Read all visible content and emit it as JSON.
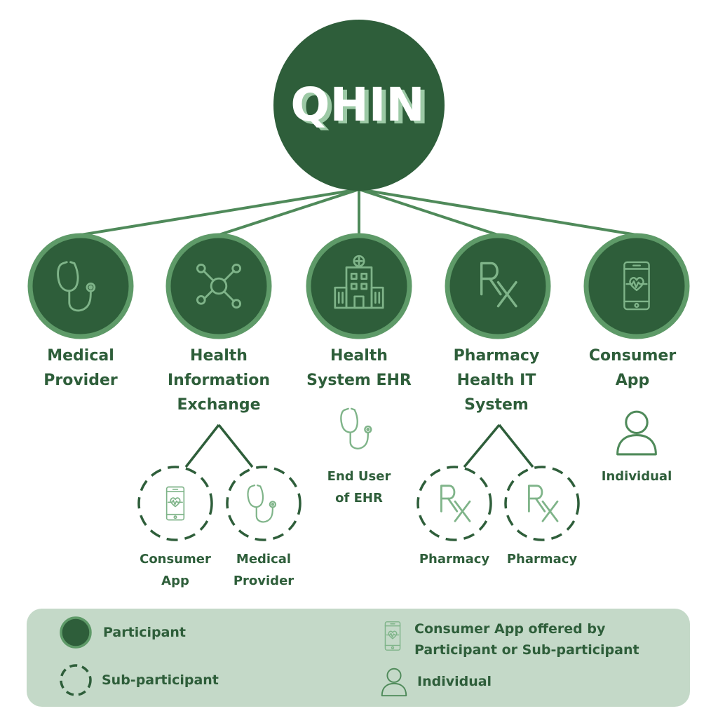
{
  "root": {
    "label": "QHIN"
  },
  "participants": [
    {
      "id": "medical-provider",
      "label": "Medical\nProvider",
      "icon": "stethoscope-icon"
    },
    {
      "id": "health-information-exchange",
      "label": "Health\nInformation\nExchange",
      "icon": "network-hub-icon"
    },
    {
      "id": "health-system-ehr",
      "label": "Health\nSystem EHR",
      "icon": "hospital-building-icon"
    },
    {
      "id": "pharmacy-health-it",
      "label": "Pharmacy\nHealth IT\nSystem",
      "icon": "rx-icon"
    },
    {
      "id": "consumer-app",
      "label": "Consumer\nApp",
      "icon": "smartphone-heart-icon"
    }
  ],
  "sub_participants": {
    "hie_consumer_app": {
      "label": "Consumer\nApp",
      "icon": "smartphone-heart-icon"
    },
    "hie_medical_provider": {
      "label": "Medical\nProvider",
      "icon": "stethoscope-icon"
    },
    "pharmacy_1": {
      "label": "Pharmacy",
      "icon": "rx-icon"
    },
    "pharmacy_2": {
      "label": "Pharmacy",
      "icon": "rx-icon"
    }
  },
  "end_user": {
    "label": "End User\nof EHR",
    "icon": "stethoscope-icon"
  },
  "individual": {
    "label": "Individual",
    "icon": "person-icon"
  },
  "legend": {
    "participant": "Participant",
    "sub_participant": "Sub-participant",
    "consumer_app": "Consumer App offered by\nParticipant or Sub-participant",
    "individual": "Individual"
  },
  "colors": {
    "dark_green": "#2e5e3a",
    "ring_green": "#5e9a68",
    "line_green": "#4f8a5a",
    "icon_green": "#7fb489",
    "legend_bg": "#c4d9c8"
  }
}
